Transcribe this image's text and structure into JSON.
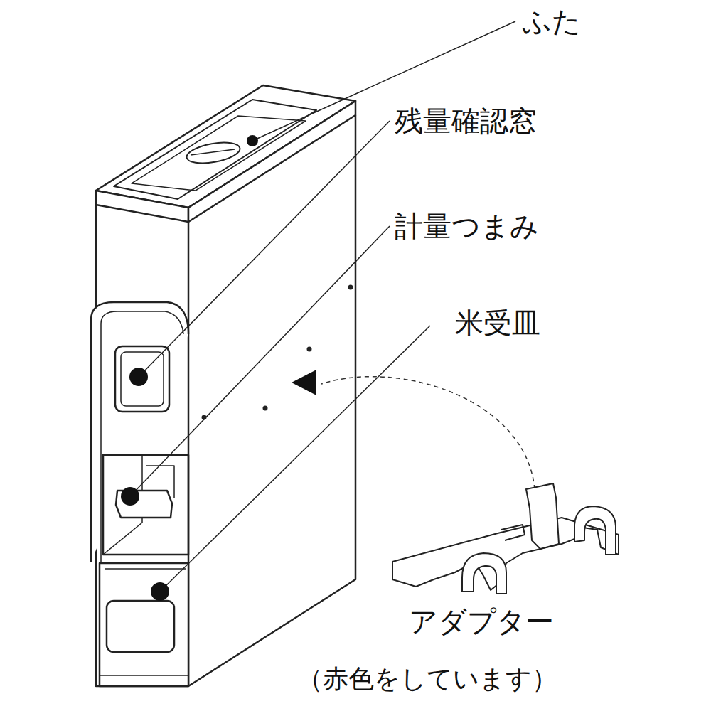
{
  "diagram": {
    "labels": [
      "ふた",
      "残量確認窓",
      "計量つまみ",
      "米受皿",
      "アダプター",
      "（赤色をしています）"
    ]
  }
}
